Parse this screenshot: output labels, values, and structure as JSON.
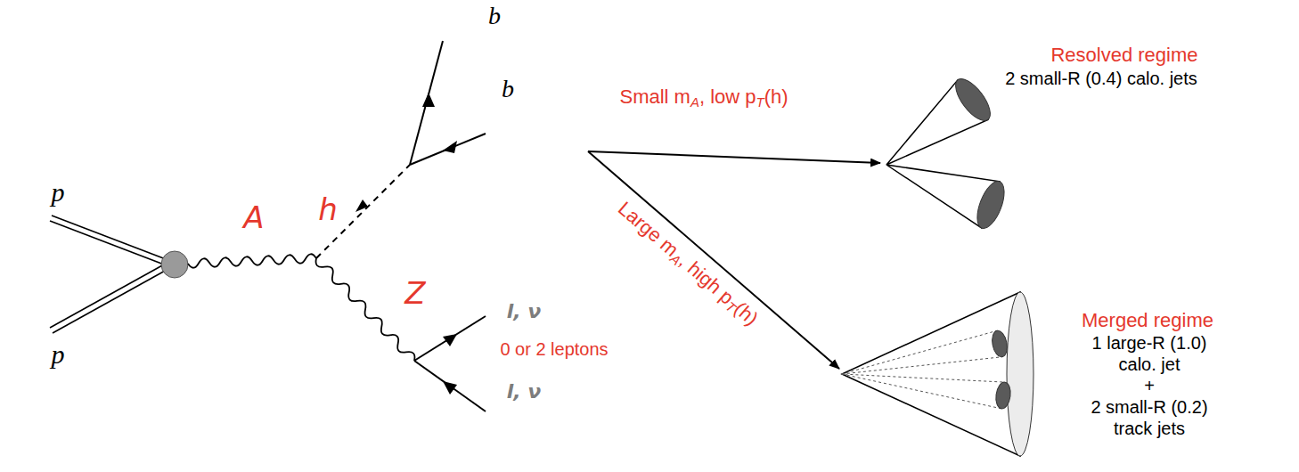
{
  "diagram": {
    "labels": [
      "b",
      "b",
      "p",
      "A",
      "h",
      "p",
      "Z",
      "Small mA, low pT(h)",
      "Large mA, high pT(h)",
      "Resolved regime",
      "2 small-R (0.4) calo. jets",
      "l, ν",
      "0 or 2 leptons",
      "l, ν",
      "Merged regime",
      "1 large-R (1.0)",
      "calo. jet",
      "+",
      "2 small-R (0.2)",
      "track jets"
    ]
  }
}
